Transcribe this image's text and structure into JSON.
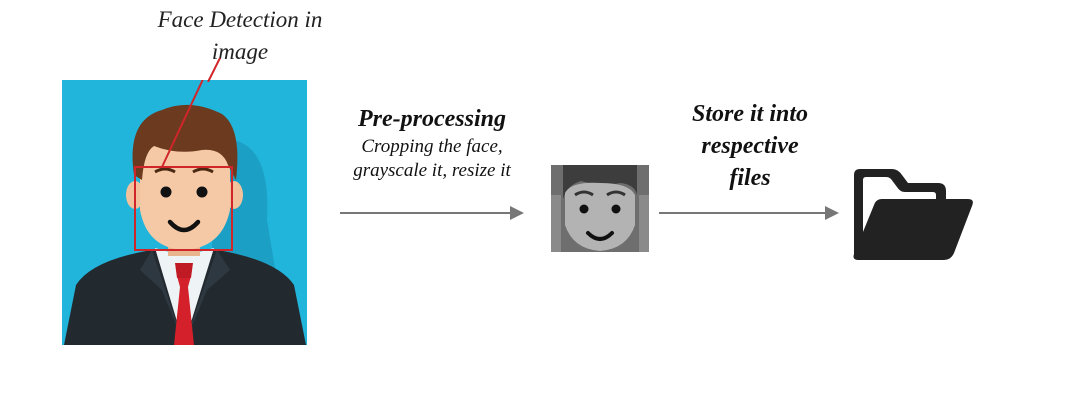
{
  "caption": {
    "line1": "Face Detection in",
    "line2": "image"
  },
  "preprocessing": {
    "title": "Pre-processing",
    "line1": "Cropping the face,",
    "line2": "grayscale it, resize it"
  },
  "store": {
    "line1": "Store it into",
    "line2": "respective",
    "line3": "files"
  },
  "colors": {
    "photo_background": "#22b5dc",
    "detection_box": "#d0262a",
    "arrow": "#777777",
    "folder": "#222222"
  },
  "icons": {
    "portrait": "person-portrait-icon",
    "face": "grayscale-face-icon",
    "folder": "folder-open-icon"
  }
}
